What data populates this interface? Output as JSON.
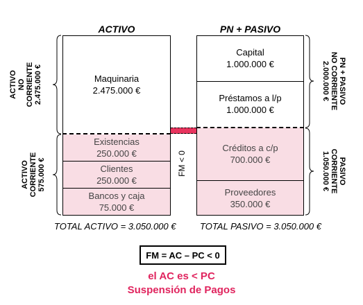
{
  "headers": {
    "activo": "ACTIVO",
    "pasivo": "PN + PASIVO"
  },
  "left_labels": {
    "anc": {
      "line1": "ACTIVO",
      "line2": "NO",
      "line3": "CORRIENTE",
      "line4": "2.475.000 €"
    },
    "ac": {
      "line1": "ACTIVO",
      "line2": "CORRIENTE",
      "line3": "575.000 €"
    }
  },
  "right_labels": {
    "pnc": {
      "line1": "PN + PASIVO",
      "line2": "NO CORRIENTE",
      "line3": "2.000.000 €"
    },
    "pc": {
      "line1": "PASIVO",
      "line2": "CORRIENTE",
      "line3": "1.050.000 €"
    }
  },
  "activo": {
    "maquinaria": {
      "name": "Maquinaria",
      "value": "2.475.000 €"
    },
    "existencias": {
      "name": "Existencias",
      "value": "250.000 €"
    },
    "clientes": {
      "name": "Clientes",
      "value": "250.000 €"
    },
    "bancos": {
      "name": "Bancos y caja",
      "value": "75.000 €"
    }
  },
  "pasivo": {
    "capital": {
      "name": "Capital",
      "value": "1.000.000 €"
    },
    "prestamos": {
      "name": "Préstamos a l/p",
      "value": "1.000.000 €"
    },
    "creditos": {
      "name": "Créditos a c/p",
      "value": "700.000 €"
    },
    "proveedores": {
      "name": "Proveedores",
      "value": "350.000 €"
    }
  },
  "fm_label": "FM < 0",
  "totals": {
    "activo": "TOTAL ACTIVO = 3.050.000 €",
    "pasivo": "TOTAL PASIVO = 3.050.000 €"
  },
  "formula": "FM = AC – PC < 0",
  "conclusion": {
    "line1": "el AC es < PC",
    "line2": "Suspensión de Pagos"
  },
  "colors": {
    "pink": "#f9dde4",
    "red": "#e0245e",
    "fm_bar": "#e8345e"
  }
}
